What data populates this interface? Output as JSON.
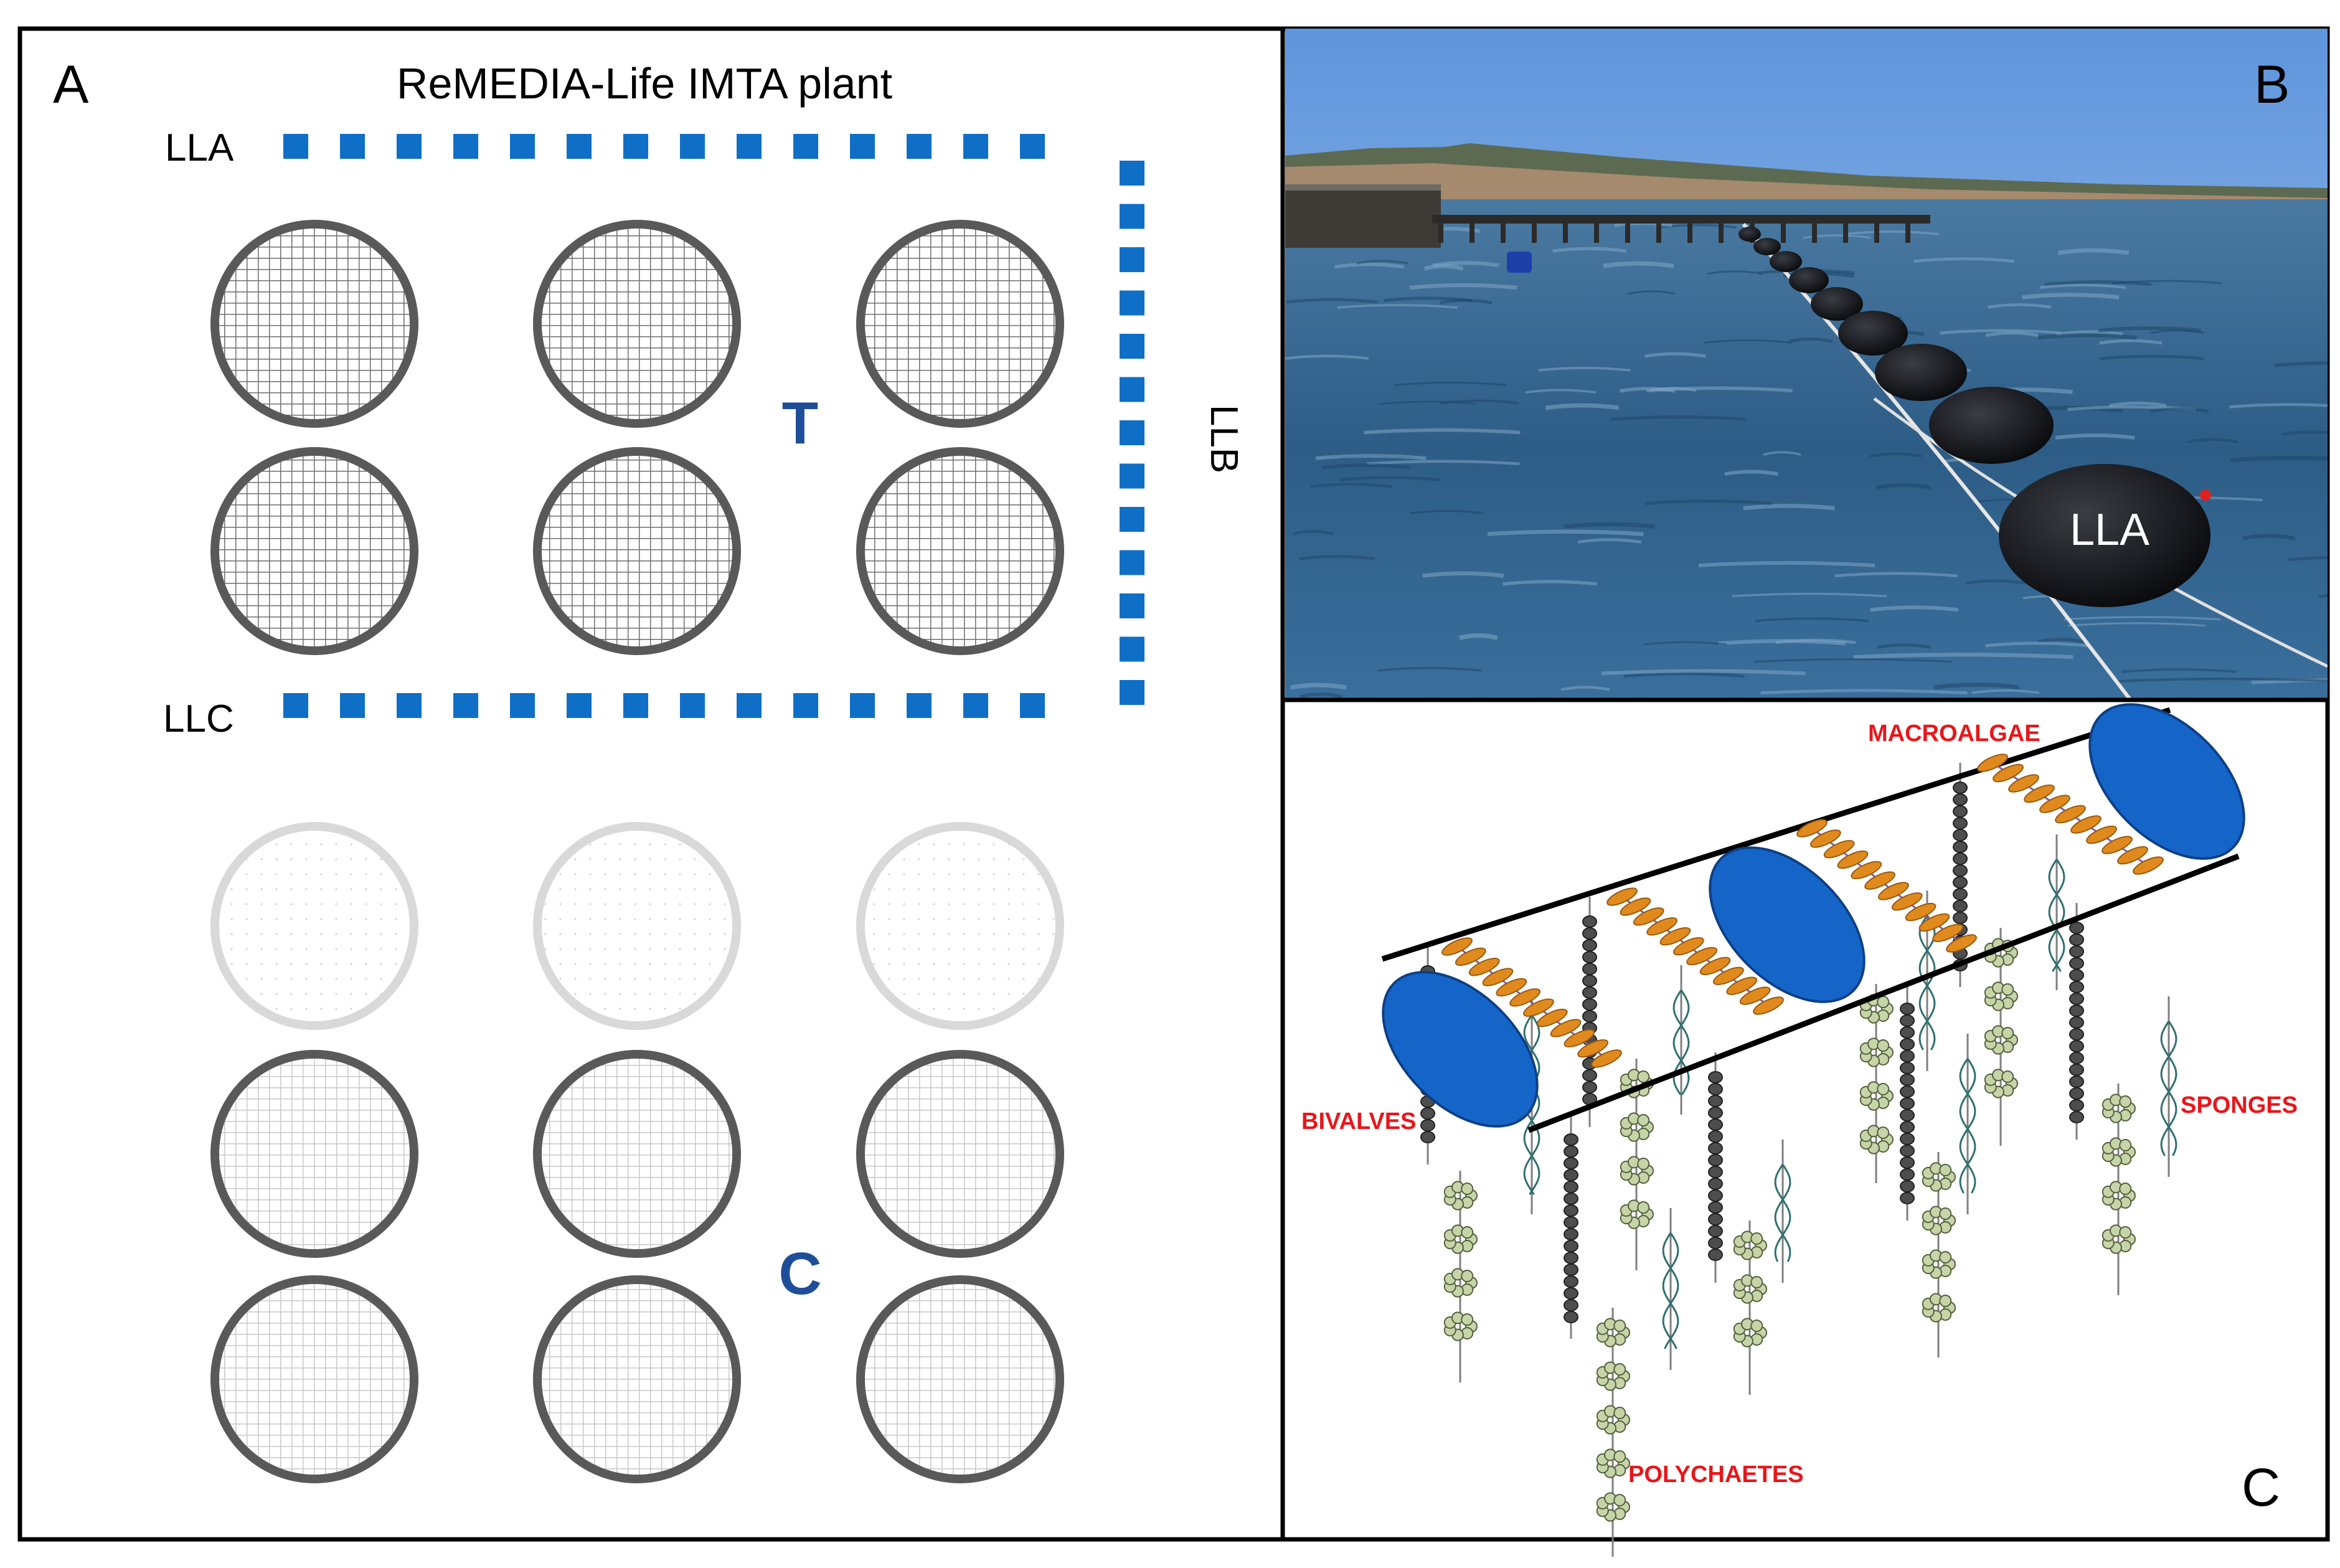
{
  "panel_a": {
    "letter": "A",
    "title": "ReMEDIA-Life IMTA plant",
    "longline_a": "LLA",
    "longline_b": "LLB",
    "longline_c": "LLC",
    "group_t": "T",
    "group_c": "C"
  },
  "panel_b": {
    "letter": "B",
    "buoy_label": "LLA"
  },
  "panel_c": {
    "letter": "C",
    "label_macroalgae": "MACROALGAE",
    "label_bivalves": "BIVALVES",
    "label_sponges": "SPONGES",
    "label_polychaetes": "POLYCHAETES"
  },
  "colors": {
    "longline_blue": "#0f6fc6",
    "cage_ring_dark": "#595959",
    "cage_ring_light": "#d9d9d9",
    "label_blue": "#1f4e99",
    "label_red": "#e8161b",
    "buoy_blue": "#1565c9",
    "algae_orange": "#e08a1e",
    "sea": "#2f5f87",
    "sky": "#7aa8e0"
  }
}
